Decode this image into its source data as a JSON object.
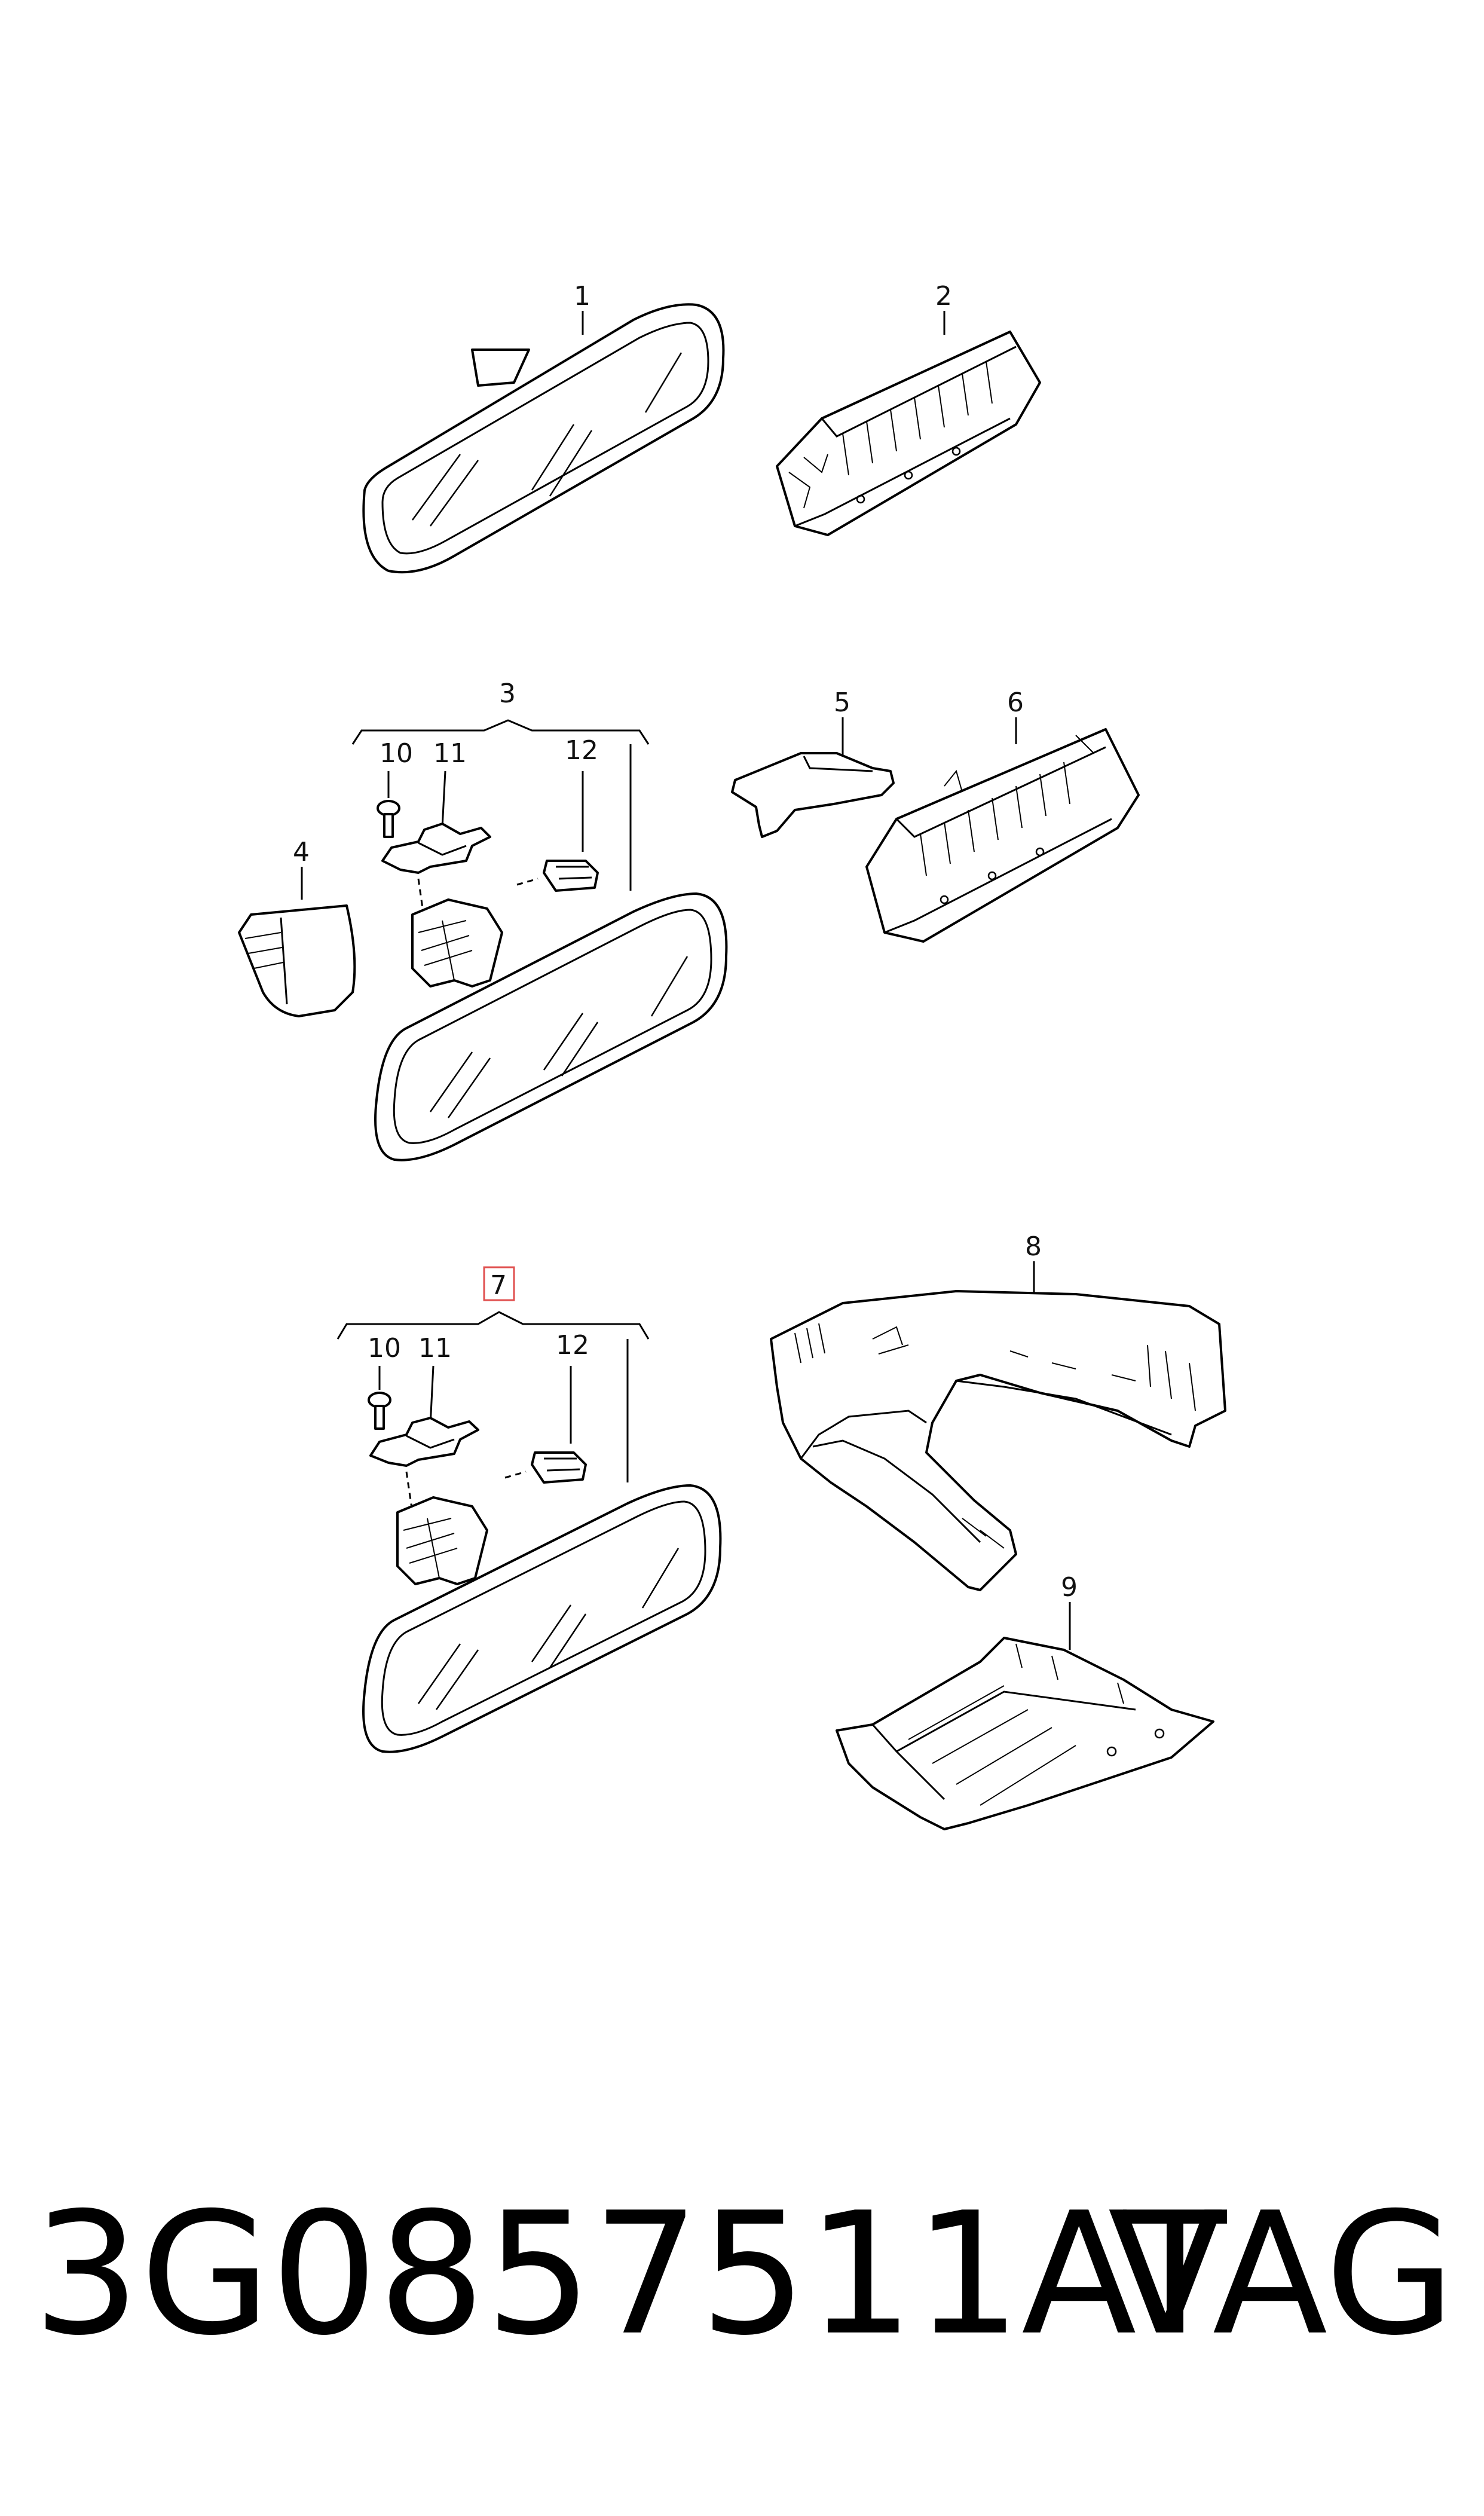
{
  "diagram": {
    "callouts": {
      "c1": "1",
      "c2": "2",
      "c3": "3",
      "c4": "4",
      "c5": "5",
      "c6": "6",
      "c7": "7",
      "c8": "8",
      "c9": "9",
      "c10a": "10",
      "c11a": "11",
      "c12a": "12",
      "c10b": "10",
      "c11b": "11",
      "c12b": "12"
    },
    "highlight_color": "#e0504f"
  },
  "footer": {
    "part_number": "3G0857511AT",
    "brand": "VAG"
  }
}
